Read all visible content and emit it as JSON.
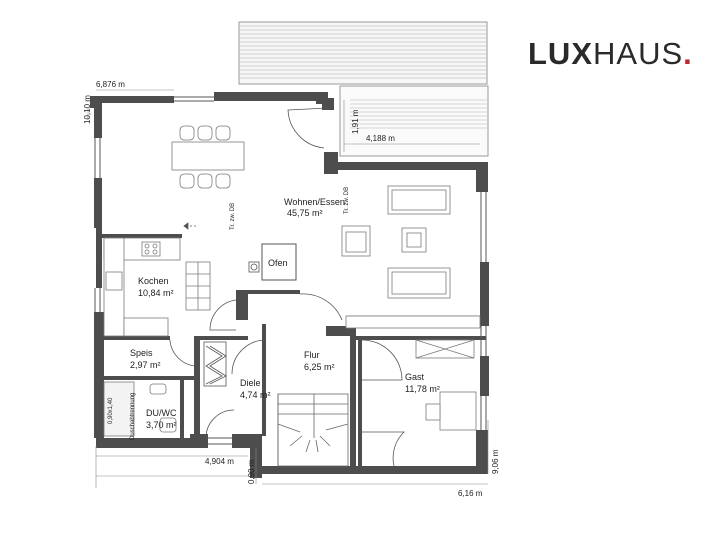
{
  "brand": {
    "bold": "LUX",
    "light": "HAUS",
    "dot": ".",
    "accent_color": "#c0272d"
  },
  "rooms": {
    "wohnen": {
      "name": "Wohnen/Essen",
      "area": "45,75 m²"
    },
    "kochen": {
      "name": "Kochen",
      "area": "10,84 m²"
    },
    "speis": {
      "name": "Speis",
      "area": "2,97 m²"
    },
    "dusche": {
      "name": "DU/WC",
      "area": "3,70 m²"
    },
    "diele": {
      "name": "Diele",
      "area": "4,74 m²"
    },
    "flur": {
      "name": "Flur",
      "area": "6,25 m²"
    },
    "gast": {
      "name": "Gast",
      "area": "11,78 m²"
    },
    "ofen": {
      "name": "Ofen"
    }
  },
  "dimensions": {
    "top_left_width": "6,876 m",
    "left_height": "10,10 m",
    "terrace_depth": "1,91 m",
    "terrace_width": "4,188 m",
    "bottom_left_width": "4,904 m",
    "entry_depth": "0,90 m",
    "right_height": "9,06 m",
    "bottom_right_width": "6,16 m"
  },
  "annotations": {
    "door_note_1": "Tr. zw. DB",
    "door_note_2": "Tr. zw. DB",
    "shower_size": "0,90x1,40",
    "shower_note": "Duschabtrennung"
  }
}
